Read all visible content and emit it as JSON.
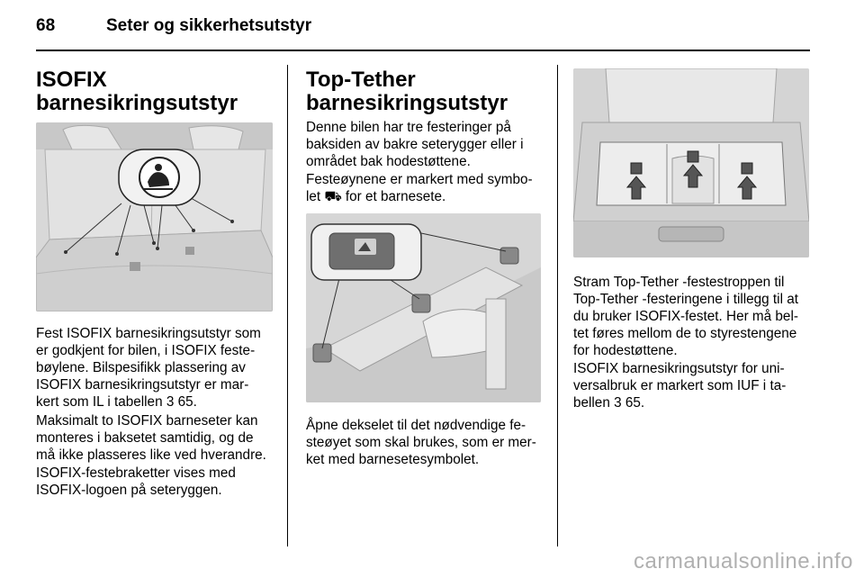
{
  "header": {
    "page_number": "68",
    "title": "Seter og sikkerhetsutstyr"
  },
  "col1": {
    "heading": [
      "ISOFIX",
      "barnesikringsutstyr"
    ],
    "para1": [
      "Fest ISOFIX barnesikringsutstyr som",
      "er godkjent for bilen, i ISOFIX feste-",
      "bøylene. Bilspesifikk plassering av",
      "ISOFIX barnesikringsutstyr er mar-",
      "kert som IL i tabellen 3 65."
    ],
    "para2": [
      "Maksimalt to ISOFIX barneseter kan",
      "monteres i baksetet samtidig, og de",
      "må ikke plasseres like ved hverandre."
    ],
    "para3": [
      "ISOFIX-festebraketter vises med",
      "ISOFIX-logoen på seteryggen."
    ]
  },
  "col2": {
    "heading": [
      "Top-Tether",
      "barnesikringsutstyr"
    ],
    "para1": [
      "Denne bilen har tre festeringer på",
      "baksiden av bakre seterygger eller i",
      "området bak hodestøttene."
    ],
    "para2": [
      "Festeøynene er markert med symbo-",
      "let ⛟ for et barnesete."
    ],
    "para3": [
      "Åpne dekselet til det nødvendige fe-",
      "steøyet som skal brukes, som er mer-",
      "ket med barnesetesymbolet."
    ]
  },
  "col3": {
    "para1": [
      "Stram Top-Tether -festestroppen til",
      "Top-Tether -festeringene i tillegg til at",
      "du bruker ISOFIX-festet. Her må bel-",
      "tet føres mellom de to styrestengene",
      "for hodestøttene."
    ],
    "para2": [
      "ISOFIX barnesikringsutstyr for uni-",
      "versalbruk er markert som IUF i ta-",
      "bellen 3 65."
    ]
  },
  "footer": {
    "watermark": "carmanualsonline.info"
  }
}
